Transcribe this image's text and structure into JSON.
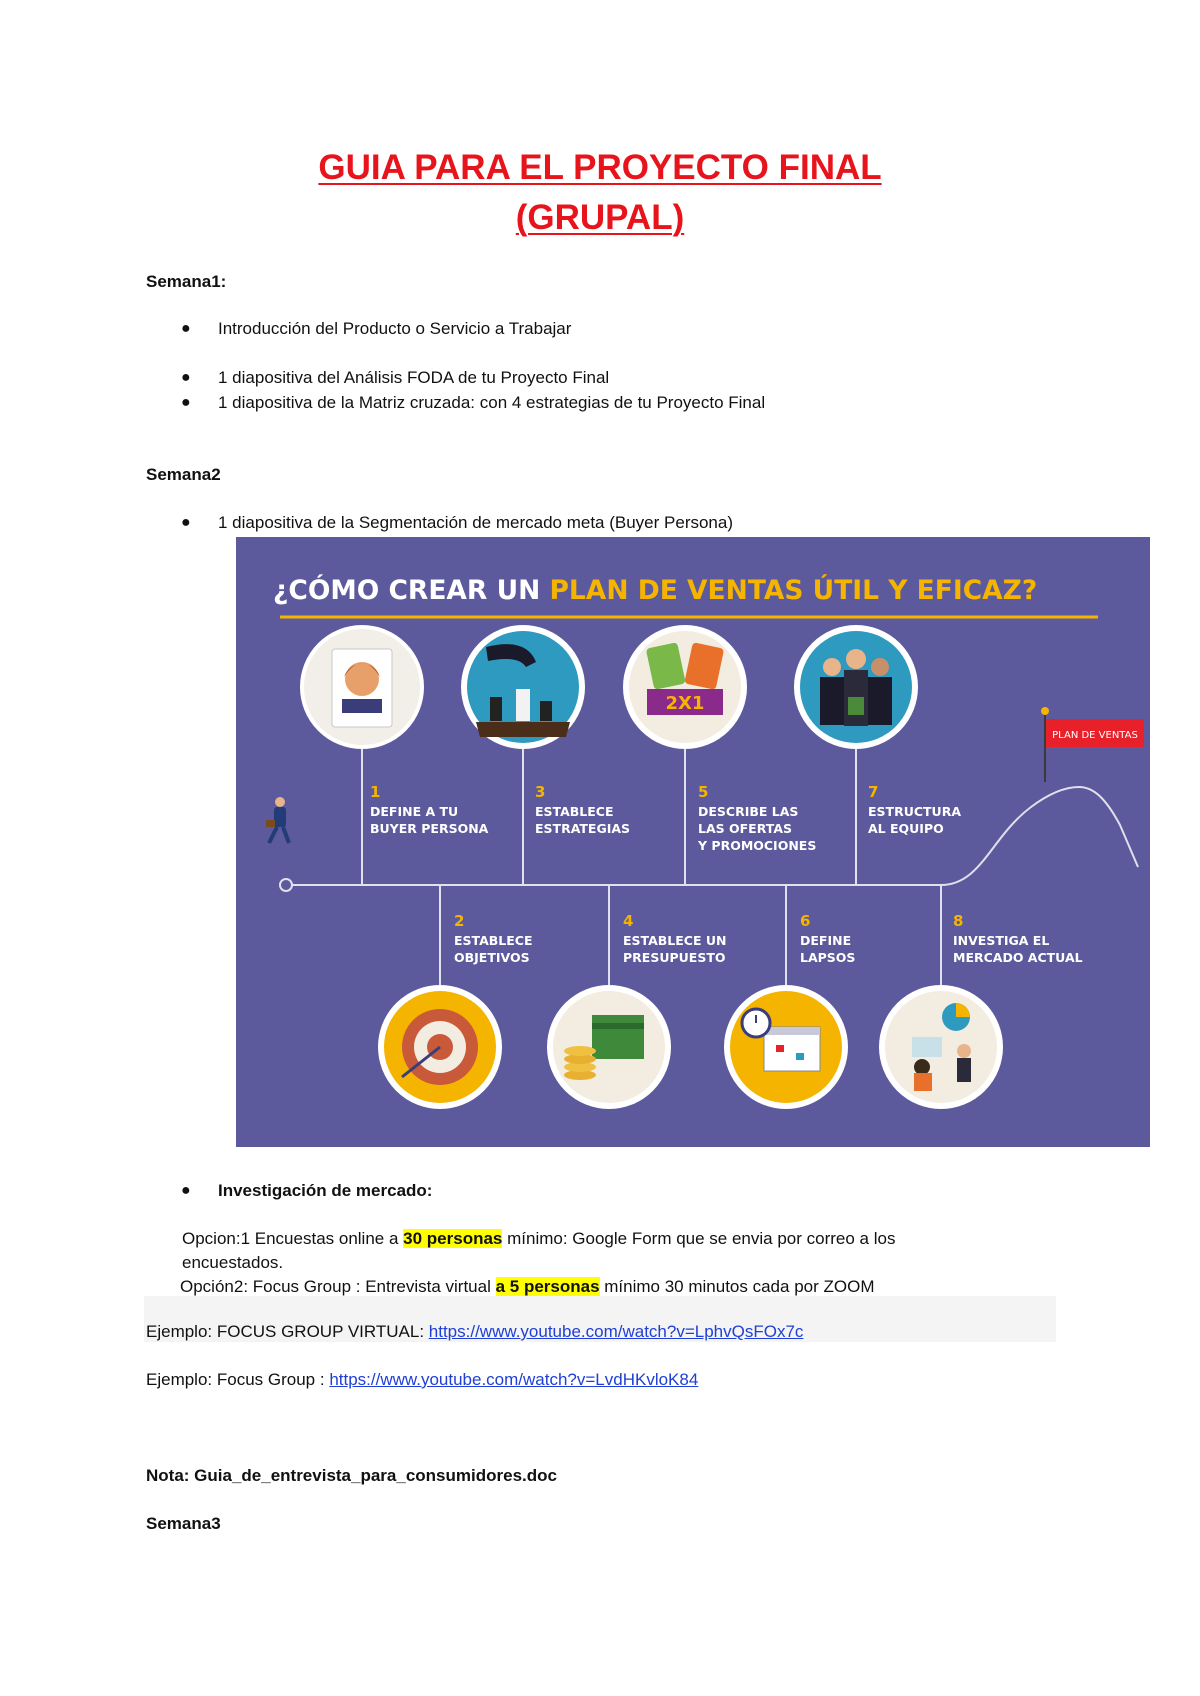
{
  "title_line1": "GUIA PARA EL PROYECTO FINAL",
  "title_line2": "(GRUPAL)",
  "week1": {
    "heading": "Semana1:",
    "items": [
      "Introducción del Producto o Servicio a Trabajar",
      "1 diapositiva del Análisis FODA de tu Proyecto Final",
      "1 diapositiva de la Matriz cruzada: con 4 estrategias de tu Proyecto Final"
    ]
  },
  "week2": {
    "heading": "Semana2",
    "item": "1 diapositiva de la Segmentación de mercado meta (Buyer Persona)",
    "research_heading": "Investigación de mercado:",
    "option1": {
      "prefix": "Opcion:1 Encuestas online a ",
      "highlight": "30 personas",
      "suffix": " mínimo: Google Form que se envia por correo a los",
      "continuation": "encuestados."
    },
    "option2": {
      "prefix": "Opción2: Focus Group : Entrevista virtual ",
      "highlight": "a 5 personas",
      "suffix": " mínimo 30 minutos cada por ZOOM"
    },
    "example1": {
      "label": "Ejemplo: FOCUS GROUP VIRTUAL: ",
      "url": "https://www.youtube.com/watch?v=LphvQsFOx7c"
    },
    "example2": {
      "label": "Ejemplo: Focus Group : ",
      "url": "https://www.youtube.com/watch?v=LvdHKvloK84"
    },
    "note": "Nota: Guia_de_entrevista_para_consumidores.doc"
  },
  "week3": {
    "heading": "Semana3"
  },
  "infographic": {
    "title_part1": "¿CÓMO CREAR UN ",
    "title_part2": "PLAN DE VENTAS ÚTIL Y EFICAZ?",
    "flag_label": "PLAN DE VENTAS",
    "badge_2x1": "2X1",
    "steps": [
      {
        "num": "1",
        "line1": "DEFINE A TU",
        "line2": "BUYER PERSONA",
        "line3": ""
      },
      {
        "num": "2",
        "line1": "ESTABLECE",
        "line2": "OBJETIVOS",
        "line3": ""
      },
      {
        "num": "3",
        "line1": "ESTABLECE",
        "line2": "ESTRATEGIAS",
        "line3": ""
      },
      {
        "num": "4",
        "line1": "ESTABLECE UN",
        "line2": "PRESUPUESTO",
        "line3": ""
      },
      {
        "num": "5",
        "line1": "DESCRIBE LAS",
        "line2": "LAS OFERTAS",
        "line3": "Y PROMOCIONES"
      },
      {
        "num": "6",
        "line1": "DEFINE",
        "line2": "LAPSOS",
        "line3": ""
      },
      {
        "num": "7",
        "line1": "ESTRUCTURA",
        "line2": "AL EQUIPO",
        "line3": ""
      },
      {
        "num": "8",
        "line1": "INVESTIGA EL",
        "line2": "MERCADO ACTUAL",
        "line3": ""
      }
    ],
    "colors": {
      "background": "#5c5a9c",
      "accent": "#f5b400",
      "flag": "#e8202a"
    }
  }
}
